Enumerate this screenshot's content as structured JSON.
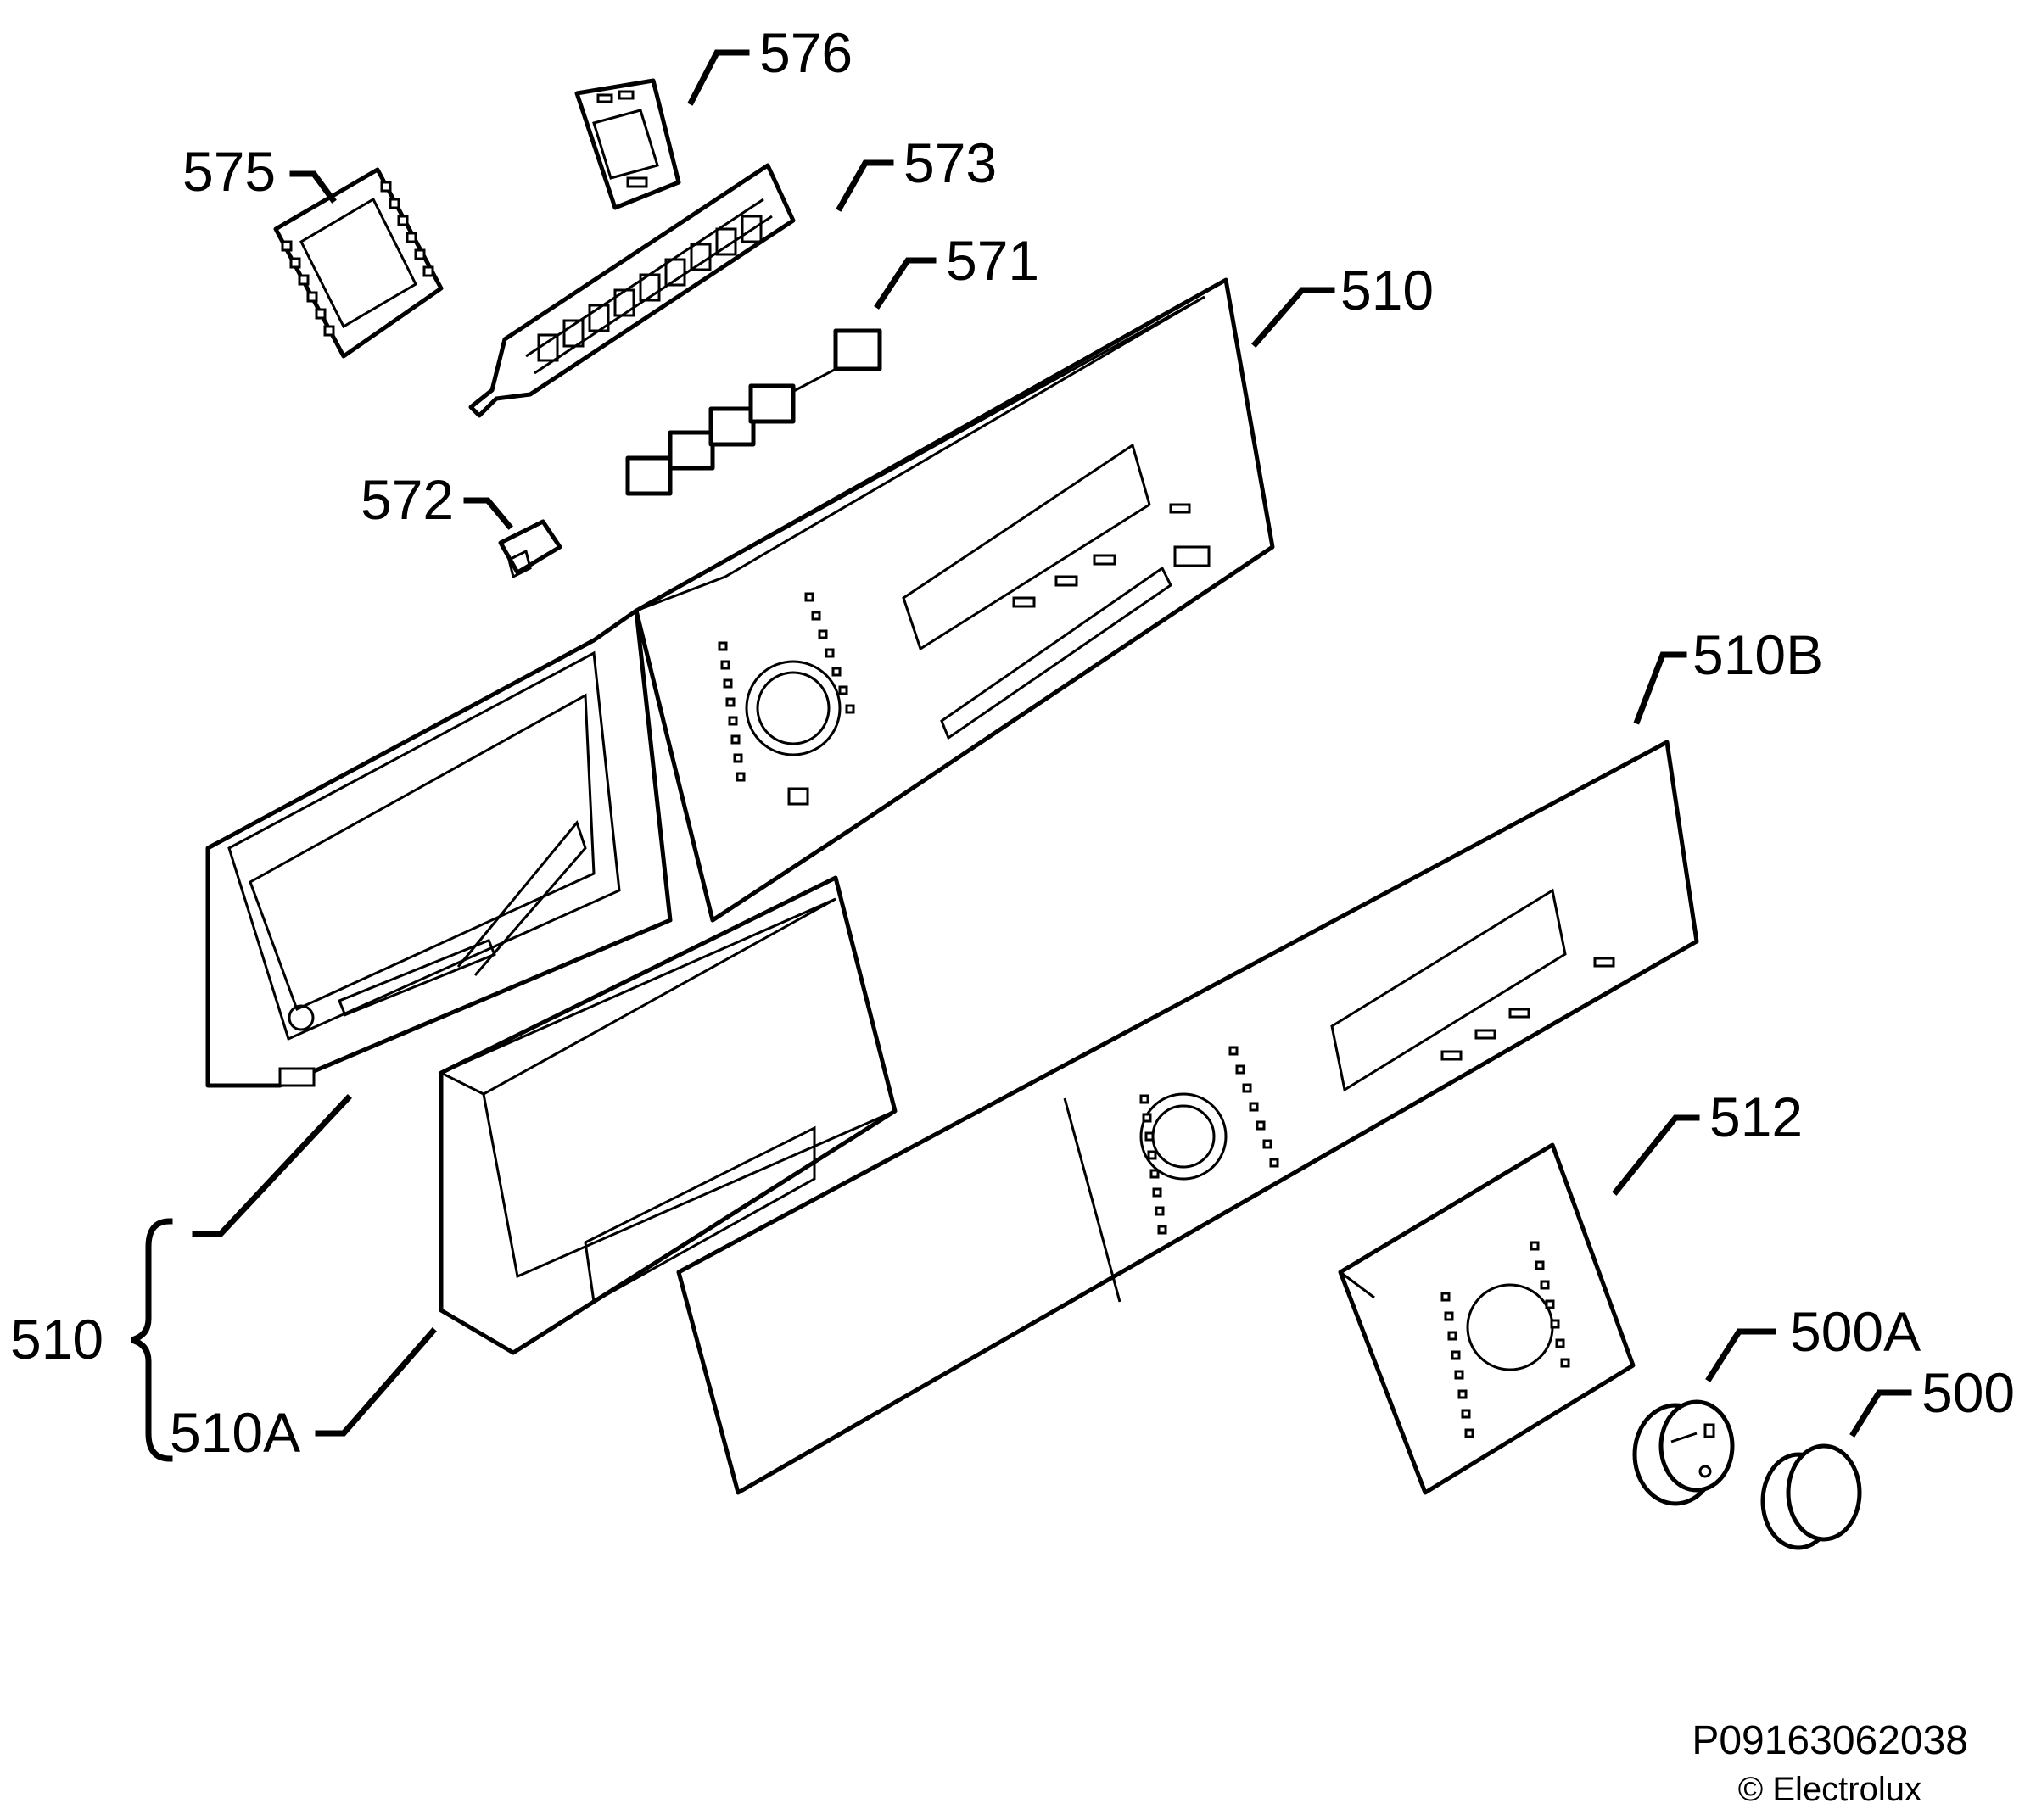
{
  "parts": {
    "p575": "575",
    "p576": "576",
    "p573": "573",
    "p571": "571",
    "p510_top": "510",
    "p572": "572",
    "p510b": "510B",
    "p512": "512",
    "p500a": "500A",
    "p500": "500",
    "p510_group": "510",
    "p510a": "510A"
  },
  "footer": {
    "drawing_code": "P09163062038",
    "copyright": "© Electrolux"
  }
}
